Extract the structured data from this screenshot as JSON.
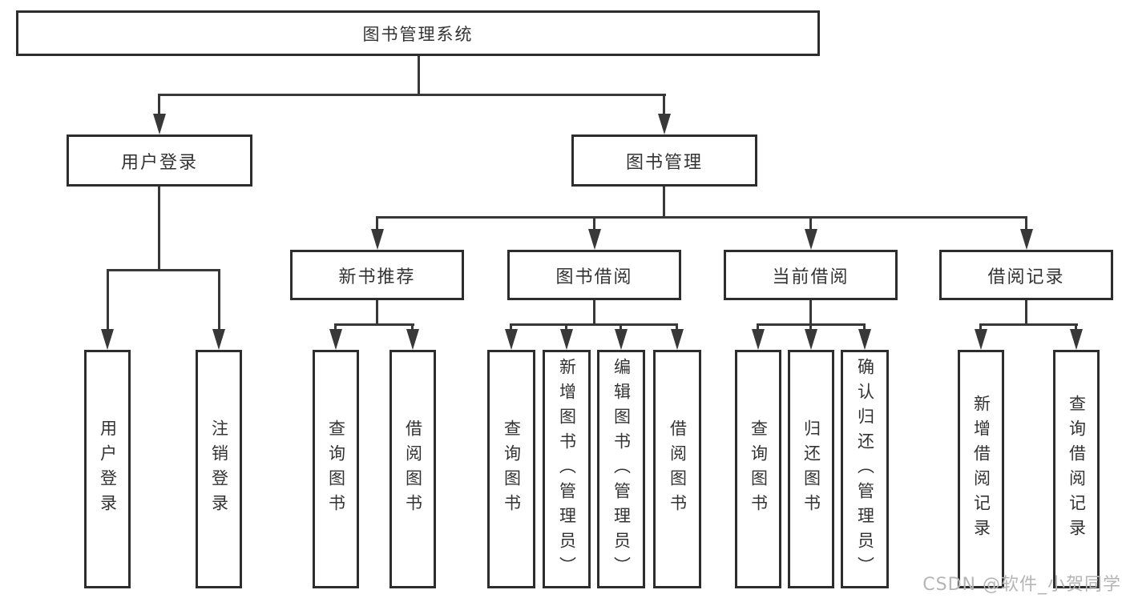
{
  "page": {
    "background": "#ffffff"
  },
  "colors": {
    "line": "#383838",
    "box_border": "#2d2d2d",
    "text": "#333333",
    "watermark": "#b5b5b5"
  },
  "diagram": {
    "root": {
      "label": "图书管理系统"
    },
    "level2": [
      {
        "id": "user-login",
        "label": "用户登录"
      },
      {
        "id": "book-management",
        "label": "图书管理"
      }
    ],
    "level3": [
      {
        "id": "new-book-recommend",
        "label": "新书推荐"
      },
      {
        "id": "book-borrow",
        "label": "图书借阅"
      },
      {
        "id": "current-borrow",
        "label": "当前借阅"
      },
      {
        "id": "borrow-records",
        "label": "借阅记录"
      }
    ],
    "leaves": {
      "user_login": [
        "用户登录",
        "注销登录"
      ],
      "new_book_recommend": [
        "查询图书",
        "借阅图书"
      ],
      "book_borrow": [
        "查询图书",
        "新增图书（管理员）",
        "编辑图书（管理员）",
        "借阅图书"
      ],
      "current_borrow": [
        "查询图书",
        "归还图书",
        "确认归还（管理员）"
      ],
      "borrow_records": [
        "新增借阅记录",
        "查询借阅记录"
      ]
    }
  },
  "watermark": {
    "text": "CSDN @软件_小贺同学"
  }
}
